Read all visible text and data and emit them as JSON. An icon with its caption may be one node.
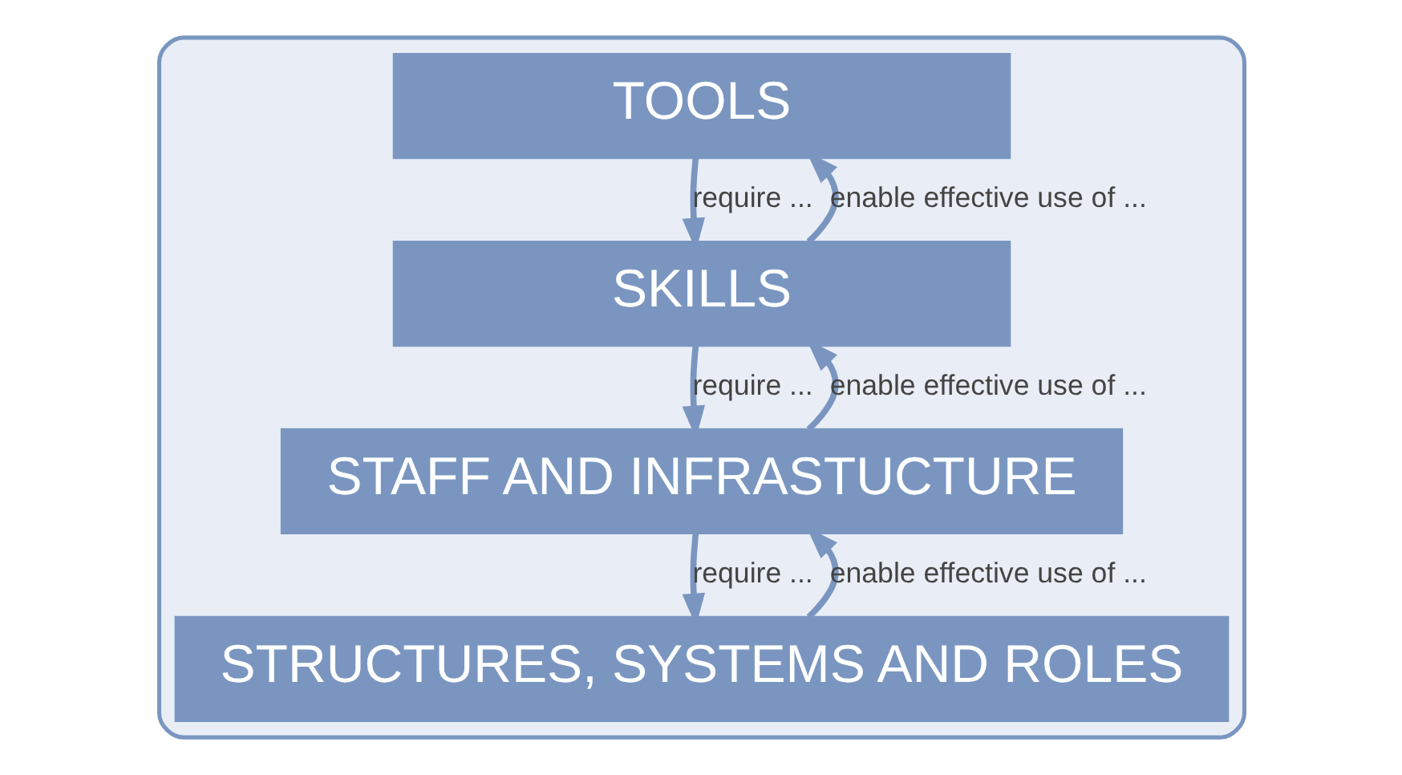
{
  "diagram": {
    "nodes": [
      {
        "text": [],
        "shape": "trapezoid"
      },
      {
        "text": [
          "TOOLS"
        ],
        "in": 0
      },
      {
        "text": [
          "SKILLS"
        ],
        "in": 0
      },
      {
        "text": [
          "STAFF AND INFRASTUCTURE"
        ],
        "in": 0
      },
      {
        "text": [
          "STRUCTURES, SYSTEMS AND ROLES"
        ],
        "in": 0
      }
    ],
    "edges": [
      {
        "from": 2,
        "to": 1,
        "arrow": "to",
        "label": "enable effective use of ..."
      },
      {
        "from": 3,
        "to": 2,
        "arrow": "to",
        "label": "enable effective use of ..."
      },
      {
        "from": 4,
        "to": 3,
        "arrow": "to",
        "label": "enable effective use of ..."
      },
      {
        "from": 1,
        "to": 2,
        "arrow": "to",
        "label": "require ..."
      },
      {
        "from": 2,
        "to": 3,
        "arrow": "to",
        "label": "require ..."
      },
      {
        "from": 3,
        "to": 4,
        "arrow": "to",
        "label": "require ..."
      }
    ]
  }
}
